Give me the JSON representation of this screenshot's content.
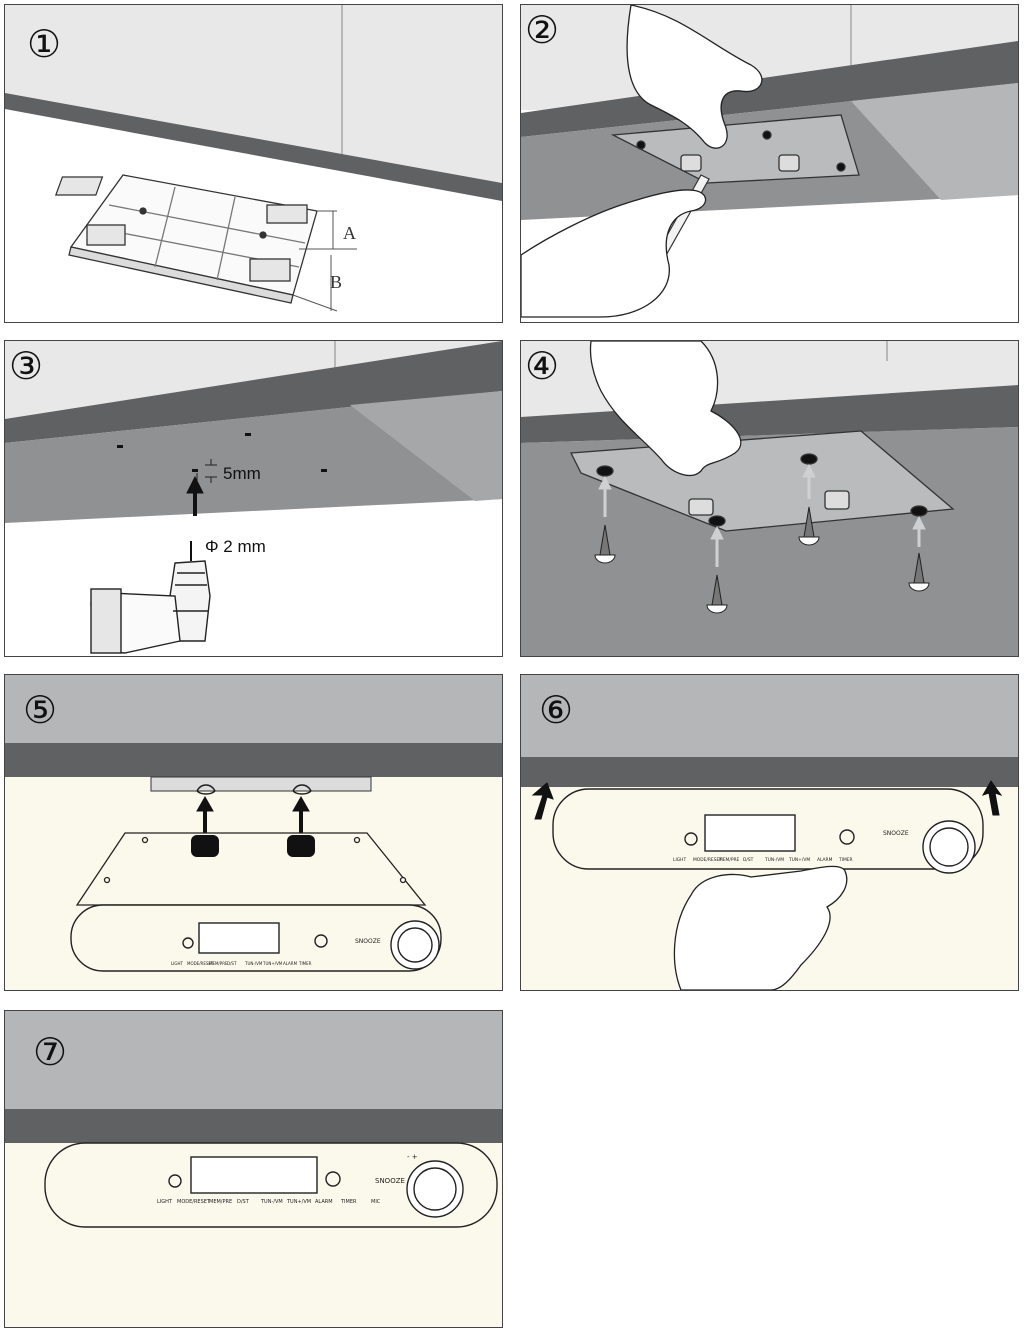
{
  "steps": [
    {
      "number": "①"
    },
    {
      "number": "②"
    },
    {
      "number": "③"
    },
    {
      "number": "④"
    },
    {
      "number": "⑤"
    },
    {
      "number": "⑥"
    },
    {
      "number": "⑦"
    }
  ],
  "step1": {
    "label_a": "A",
    "label_b": "B"
  },
  "step3": {
    "depth_label": "5mm",
    "diameter_label": "Φ 2 mm"
  },
  "radio": {
    "buttons": [
      "LIGHT",
      "MODE/RESET",
      "MEM/PRE",
      "D/ST",
      "TUN-/VM",
      "TUN+/VM",
      "ALARM",
      "TIMER"
    ],
    "snooze_label": "SNOOZE",
    "knob_marks": "- +",
    "mic_label": "MIC"
  },
  "colors": {
    "cabinet_dark": "#5f6163",
    "cabinet_mid": "#8f9193",
    "cabinet_light": "#b4b6b8",
    "wall": "#e6e6e6",
    "under_side": "#fbf9ec"
  }
}
